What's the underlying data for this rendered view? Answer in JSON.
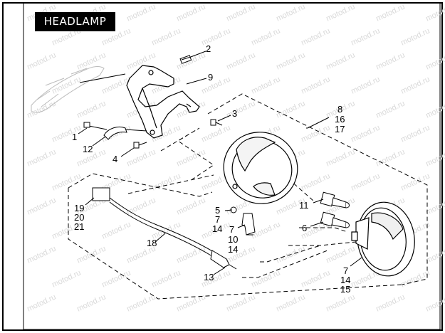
{
  "title": "HEADLAMP",
  "watermark": "motod.ru",
  "callouts": {
    "c2": "2",
    "c9": "9",
    "c3": "3",
    "c8": "8",
    "c16": "16",
    "c17": "17",
    "c1": "1",
    "c12": "12",
    "c4": "4",
    "c11": "11",
    "c6": "6",
    "c5": "5",
    "c7a": "7",
    "c14a": "14",
    "c7b": "7",
    "c10": "10",
    "c14b": "14",
    "c19": "19",
    "c20": "20",
    "c21": "21",
    "c18": "18",
    "c13": "13",
    "c7c": "7",
    "c14c": "14",
    "c15": "15"
  }
}
